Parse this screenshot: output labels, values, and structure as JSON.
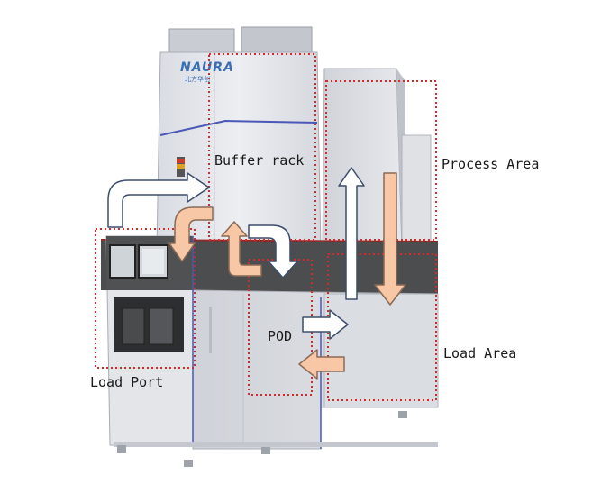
{
  "brand": {
    "logo_text": "NAURA",
    "logo_subtext": "北方华创",
    "brand_color": "#3a6fb5"
  },
  "labels": {
    "buffer_rack": "Buffer rack",
    "process_area": "Process Area",
    "load_area": "Load Area",
    "load_port": "Load Port",
    "pod": "POD"
  },
  "colors": {
    "region_outline": "#d42a2a",
    "white_arrow_fill": "#ffffff",
    "white_arrow_stroke": "#3b4d6b",
    "peach_arrow_fill": "#f7c7a6",
    "peach_arrow_stroke": "#8a6a55",
    "machine_body": "#e4e6ea",
    "dark_band": "#4c4d4f",
    "trim_blue": "#4a58b8"
  }
}
